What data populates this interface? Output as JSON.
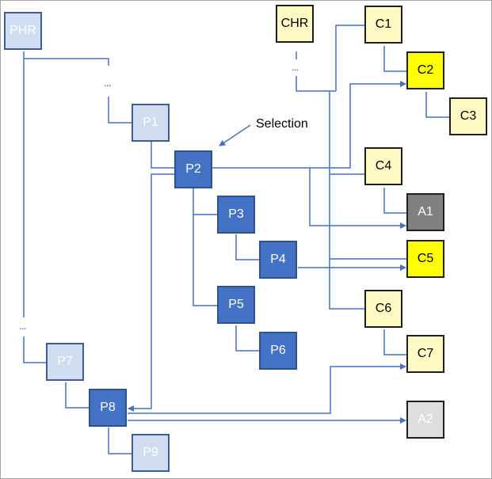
{
  "diagram": {
    "colors": {
      "line": "#4472c4",
      "primary_selected": "#4472c4",
      "primary_unselected": "#d0dcf0",
      "cross_default": "#fff9c4",
      "cross_highlight": "#ffff00",
      "associated_active": "#808080",
      "associated_inactive": "#dedede"
    },
    "annotation": {
      "label": "Selection",
      "points_to": "P2"
    },
    "ellipsis": "...",
    "nodes": [
      {
        "id": "PHR",
        "label": "PHR",
        "kind": "primary-root",
        "state": "unselected"
      },
      {
        "id": "P1",
        "label": "P1",
        "kind": "primary",
        "state": "unselected"
      },
      {
        "id": "P2",
        "label": "P2",
        "kind": "primary",
        "state": "selected"
      },
      {
        "id": "P3",
        "label": "P3",
        "kind": "primary",
        "state": "selected"
      },
      {
        "id": "P4",
        "label": "P4",
        "kind": "primary",
        "state": "selected"
      },
      {
        "id": "P5",
        "label": "P5",
        "kind": "primary",
        "state": "selected"
      },
      {
        "id": "P6",
        "label": "P6",
        "kind": "primary",
        "state": "selected"
      },
      {
        "id": "P7",
        "label": "P7",
        "kind": "primary",
        "state": "unselected"
      },
      {
        "id": "P8",
        "label": "P8",
        "kind": "primary",
        "state": "selected"
      },
      {
        "id": "P9",
        "label": "P9",
        "kind": "primary",
        "state": "unselected"
      },
      {
        "id": "CHR",
        "label": "CHR",
        "kind": "cross-root",
        "state": "default"
      },
      {
        "id": "C1",
        "label": "C1",
        "kind": "cross",
        "state": "default"
      },
      {
        "id": "C2",
        "label": "C2",
        "kind": "cross",
        "state": "highlighted"
      },
      {
        "id": "C3",
        "label": "C3",
        "kind": "cross",
        "state": "default"
      },
      {
        "id": "C4",
        "label": "C4",
        "kind": "cross",
        "state": "default"
      },
      {
        "id": "C5",
        "label": "C5",
        "kind": "cross",
        "state": "highlighted"
      },
      {
        "id": "C6",
        "label": "C6",
        "kind": "cross",
        "state": "default"
      },
      {
        "id": "C7",
        "label": "C7",
        "kind": "cross",
        "state": "default"
      },
      {
        "id": "A1",
        "label": "A1",
        "kind": "associated",
        "state": "active"
      },
      {
        "id": "A2",
        "label": "A2",
        "kind": "associated",
        "state": "inactive"
      }
    ],
    "hierarchy_edges": [
      [
        "PHR",
        "P1"
      ],
      [
        "P1",
        "P2"
      ],
      [
        "P2",
        "P3"
      ],
      [
        "P3",
        "P4"
      ],
      [
        "P2",
        "P5"
      ],
      [
        "P5",
        "P6"
      ],
      [
        "PHR",
        "P7"
      ],
      [
        "P7",
        "P8"
      ],
      [
        "P8",
        "P9"
      ],
      [
        "CHR",
        "C1"
      ],
      [
        "C1",
        "C2"
      ],
      [
        "C2",
        "C3"
      ],
      [
        "CHR",
        "C4"
      ],
      [
        "C4",
        "A1"
      ],
      [
        "CHR",
        "C5"
      ],
      [
        "CHR",
        "C6"
      ],
      [
        "C6",
        "C7"
      ]
    ],
    "mapping_arrows": [
      [
        "P2",
        "C2"
      ],
      [
        "P2",
        "A1"
      ],
      [
        "P2",
        "P8"
      ],
      [
        "P4",
        "C5"
      ],
      [
        "P8",
        "C7"
      ],
      [
        "P8",
        "A2"
      ]
    ]
  }
}
